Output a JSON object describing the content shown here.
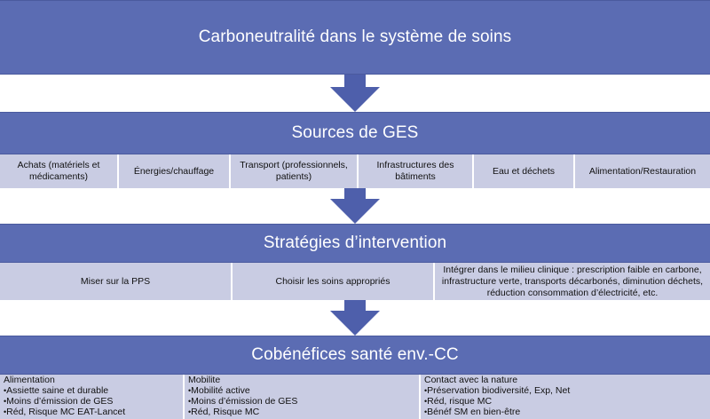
{
  "title": "Carboneutralité dans le système de soins",
  "sources": {
    "heading": "Sources de GES",
    "items": [
      "Achats (matériels et médicaments)",
      "Énergies/chauffage",
      "Transport (professionnels, patients)",
      "Infrastructures des bâtiments",
      "Eau et déchets",
      "Alimentation/Restauration"
    ]
  },
  "strategies": {
    "heading": "Stratégies d’intervention",
    "items": [
      "Miser sur la PPS",
      "Choisir les soins appropriés",
      "Intégrer dans le milieu clinique : prescription faible en carbone, infrastructure verte, transports décarbonés, diminution déchets, réduction consommation d’électricité, etc."
    ]
  },
  "cobenefits": {
    "heading": "Cobénéfices santé env.-CC",
    "columns": [
      {
        "title": "Alimentation",
        "items": [
          "Assiette saine et durable",
          "Moins d’émission de GES",
          "Réd, Risque MC EAT-Lancet"
        ]
      },
      {
        "title": "Mobilite",
        "items": [
          "Mobilité active",
          "Moins d’émission de GES",
          "Réd, Risque MC"
        ]
      },
      {
        "title": "Contact avec la nature",
        "items": [
          "Préservation biodiversité, Exp, Net",
          "Réd, risque MC",
          "Bénéf SM en bien-être"
        ]
      }
    ]
  },
  "colors": {
    "band": "#5b6cb3",
    "cell": "#c9cce3",
    "arrow": "#4e5fab"
  },
  "icons": [
    "down-arrow-icon"
  ]
}
